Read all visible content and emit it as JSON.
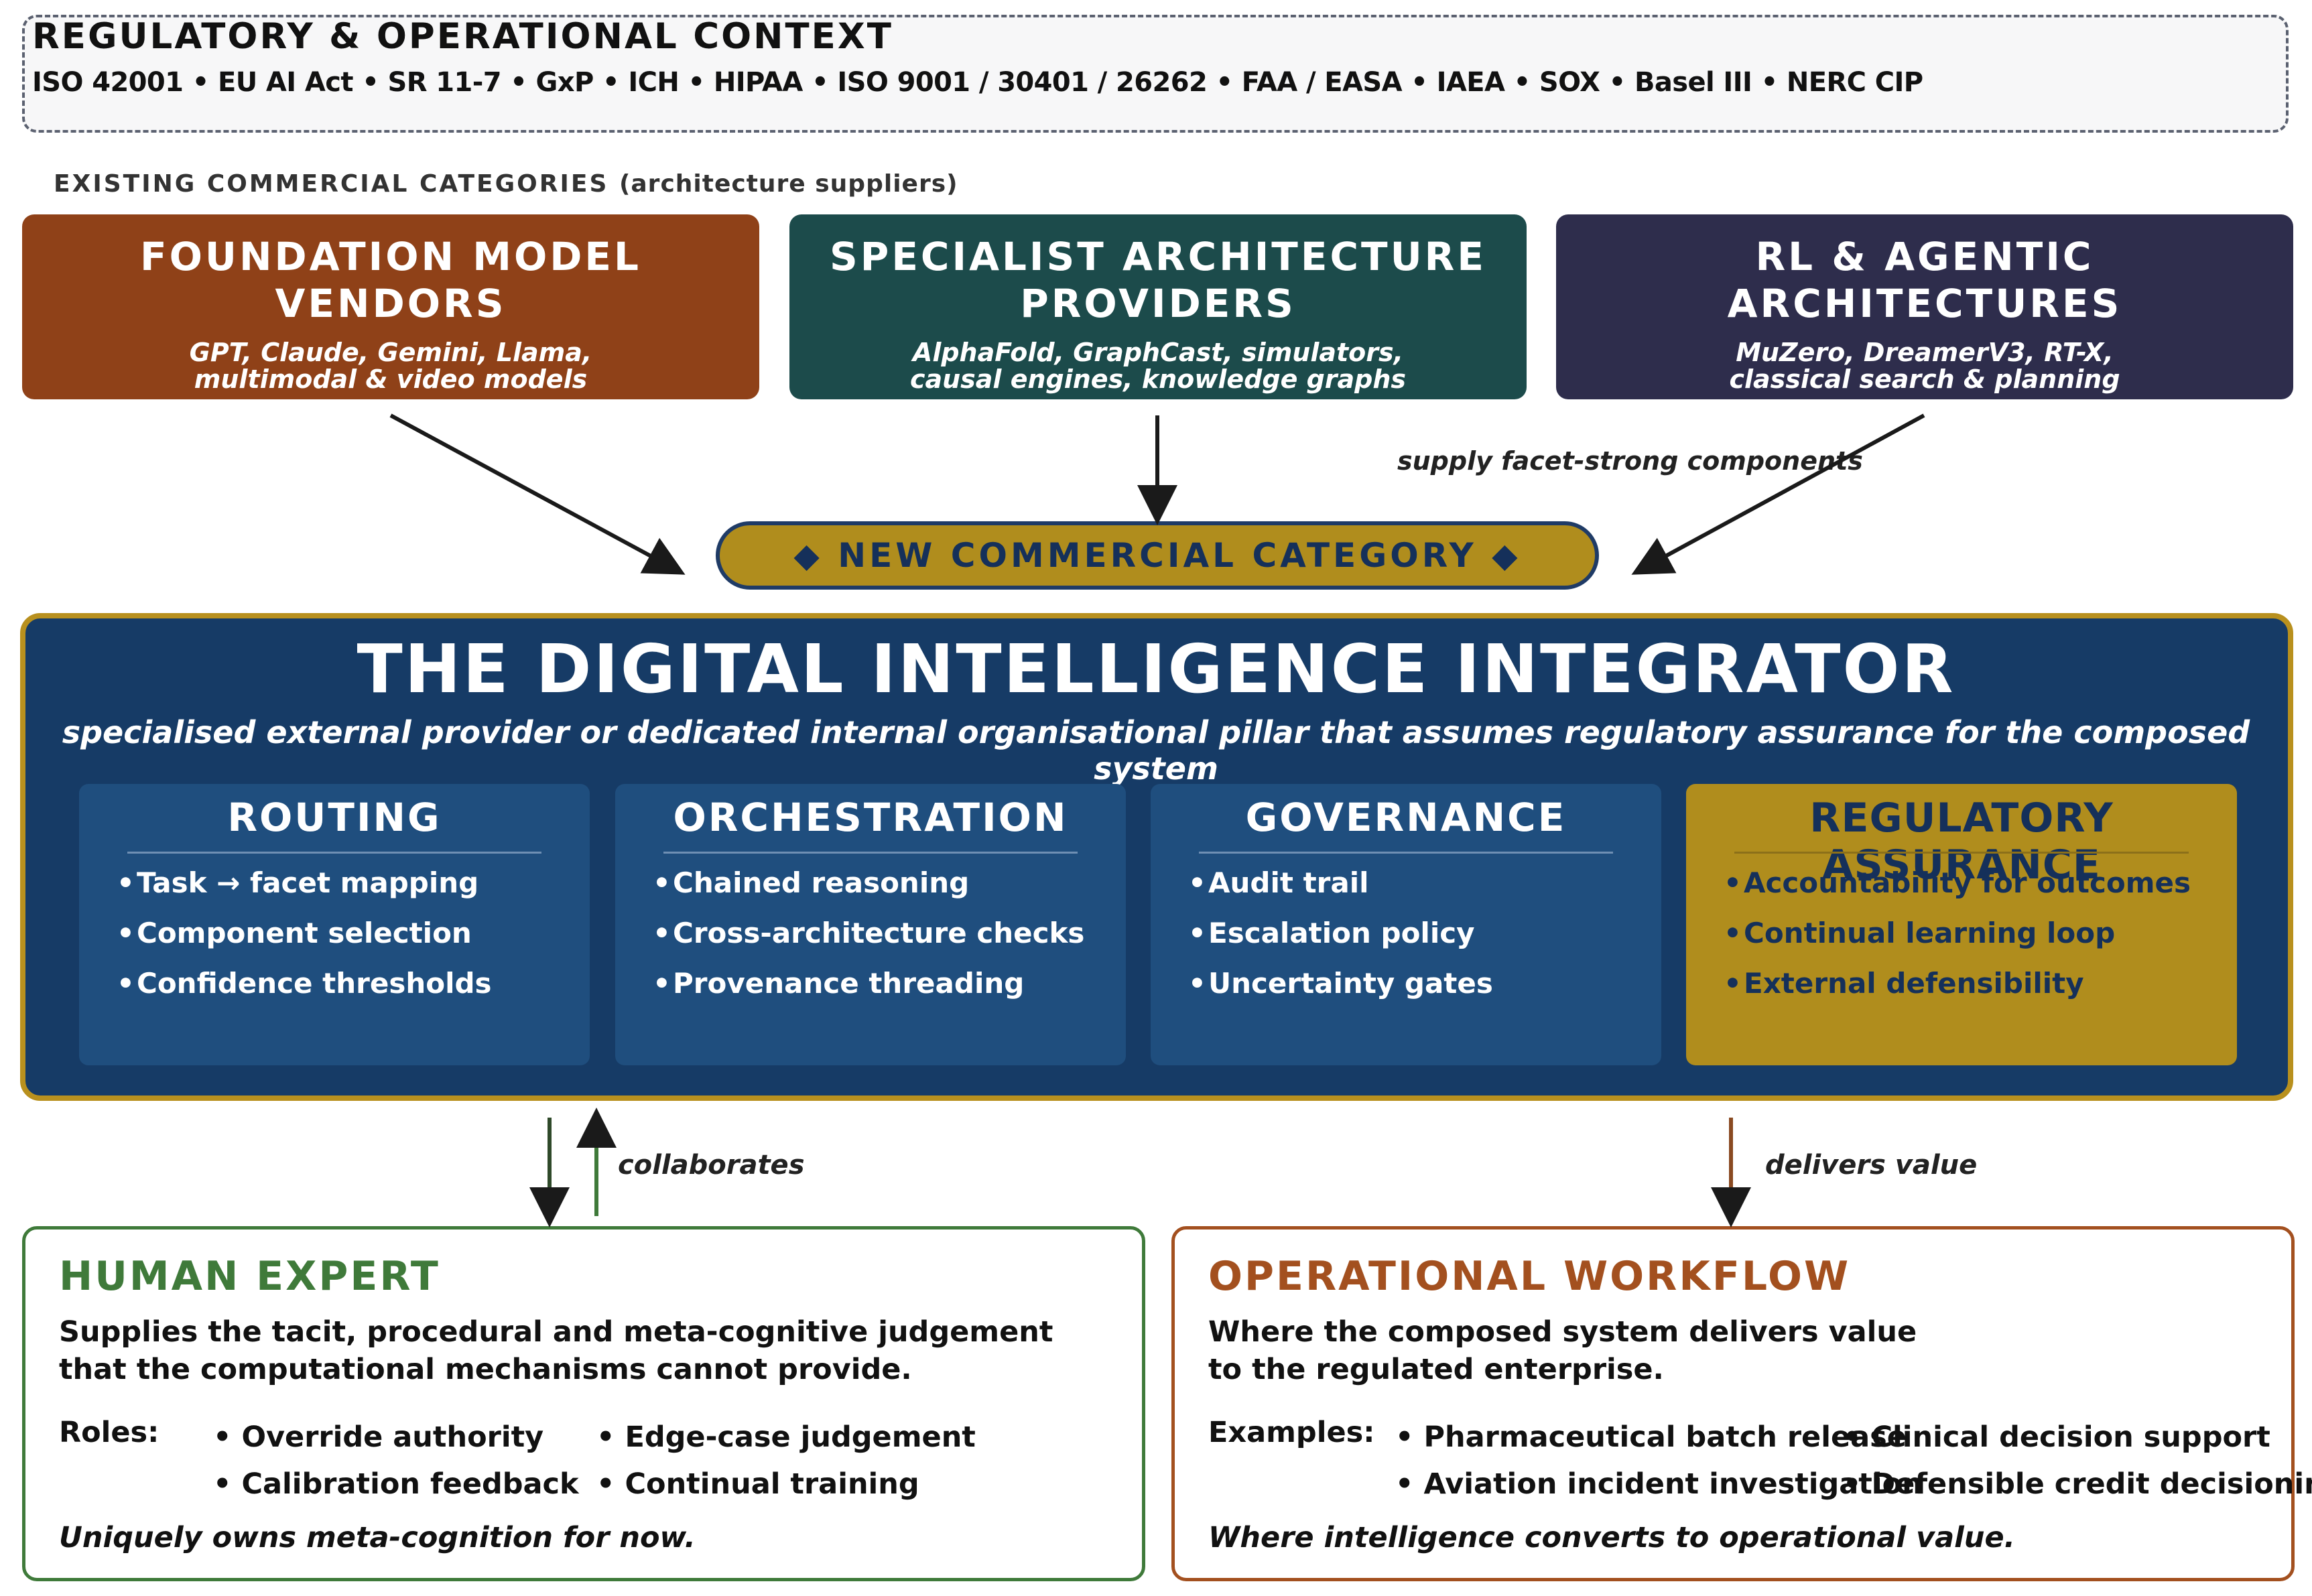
{
  "context": {
    "title": "REGULATORY & OPERATIONAL CONTEXT",
    "standards": "ISO 42001 • EU AI Act • SR 11-7 • GxP • ICH • HIPAA • ISO 9001 / 30401 / 26262 • FAA / EASA • IAEA • SOX • Basel III • NERC CIP"
  },
  "categories": {
    "label": "EXISTING COMMERCIAL CATEGORIES",
    "label_suffix": "(architecture suppliers)",
    "suppliers": [
      {
        "title_line1": "FOUNDATION MODEL",
        "title_line2": "VENDORS",
        "sub_line1": "GPT, Claude, Gemini, Llama,",
        "sub_line2": "multimodal & video models",
        "color": "#8f4118"
      },
      {
        "title_line1": "SPECIALIST ARCHITECTURE",
        "title_line2": "PROVIDERS",
        "sub_line1": "AlphaFold, GraphCast, simulators,",
        "sub_line2": "causal engines, knowledge graphs",
        "color": "#1c4b4b"
      },
      {
        "title_line1": "RL & AGENTIC",
        "title_line2": "ARCHITECTURES",
        "sub_line1": "MuZero, DreamerV3, RT-X,",
        "sub_line2": "classical search & planning",
        "color": "#2e2d4c"
      }
    ],
    "supply_note": "supply facet-strong components"
  },
  "new_category": {
    "label": "◆ NEW COMMERCIAL CATEGORY ◆"
  },
  "integrator": {
    "title": "THE DIGITAL INTELLIGENCE INTEGRATOR",
    "subtitle": "specialised external provider or dedicated internal organisational pillar that assumes regulatory assurance for the composed system",
    "pillars": [
      {
        "title": "ROUTING",
        "items": [
          "Task → facet mapping",
          "Component selection",
          "Confidence thresholds"
        ]
      },
      {
        "title": "ORCHESTRATION",
        "items": [
          "Chained reasoning",
          "Cross-architecture checks",
          "Provenance threading"
        ]
      },
      {
        "title": "GOVERNANCE",
        "items": [
          "Audit trail",
          "Escalation policy",
          "Uncertainty gates"
        ]
      },
      {
        "title": "REGULATORY ASSURANCE",
        "items": [
          "Accountability for outcomes",
          "Continual learning loop",
          "External defensibility"
        ]
      }
    ],
    "bullet": "•"
  },
  "flows": {
    "collaborates": "collaborates",
    "delivers": "delivers value"
  },
  "human": {
    "title": "HUMAN EXPERT",
    "desc_line1": "Supplies the tacit, procedural and meta-cognitive judgement",
    "desc_line2": "that the computational mechanisms cannot provide.",
    "roles_label": "Roles:",
    "roles": [
      "Override authority",
      "Calibration feedback",
      "Edge-case judgement",
      "Continual training"
    ],
    "footer": "Uniquely owns meta-cognition for now.",
    "color": "#3f7a3a"
  },
  "workflow": {
    "title": "OPERATIONAL WORKFLOW",
    "desc_line1": "Where the composed system delivers value",
    "desc_line2": "to the regulated enterprise.",
    "examples_label": "Examples:",
    "examples": [
      "Pharmaceutical batch release",
      "Aviation incident investigation",
      "Clinical decision support",
      "Defensible credit decisioning"
    ],
    "footer": "Where intelligence converts to operational value.",
    "color": "#a3501f"
  }
}
